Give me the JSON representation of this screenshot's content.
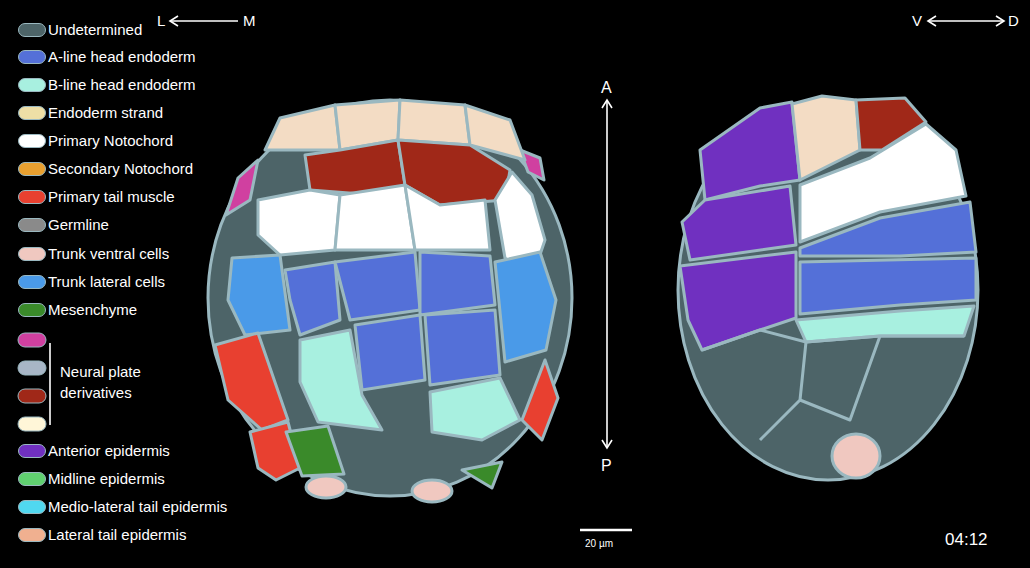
{
  "diagram": {
    "labels": [
      "L",
      "M",
      "V",
      "D",
      "A",
      "P",
      "20 µm",
      "04:12"
    ],
    "legend": [
      {
        "text": "Undetermined",
        "color": "#4d6468"
      },
      {
        "text": "A-line head endoderm",
        "color": "#5470d8"
      },
      {
        "text": "B-line head endoderm",
        "color": "#a8f0e0"
      },
      {
        "text": "Endoderm strand",
        "color": "#eedfa6"
      },
      {
        "text": "Primary Notochord",
        "color": "#ffffff"
      },
      {
        "text": "Secondary Notochord",
        "color": "#e8a030"
      },
      {
        "text": "Primary tail muscle",
        "color": "#e84030"
      },
      {
        "text": "Germline",
        "color": "#8a8a8a"
      },
      {
        "text": "Trunk ventral cells",
        "color": "#f0c8c0"
      },
      {
        "text": "Trunk lateral cells",
        "color": "#4a9ae8"
      },
      {
        "text": "Mesenchyme",
        "color": "#3a8a2a"
      },
      {
        "text": "Neural plate derivatives"
      },
      {
        "text": "Anterior epidermis",
        "color": "#7030c0"
      },
      {
        "text": "Midline epidermis",
        "color": "#60d070"
      },
      {
        "text": "Medio-lateral tail epidermis",
        "color": "#50d8f0"
      },
      {
        "text": "Lateral tail epidermis",
        "color": "#f0b090"
      }
    ]
  }
}
